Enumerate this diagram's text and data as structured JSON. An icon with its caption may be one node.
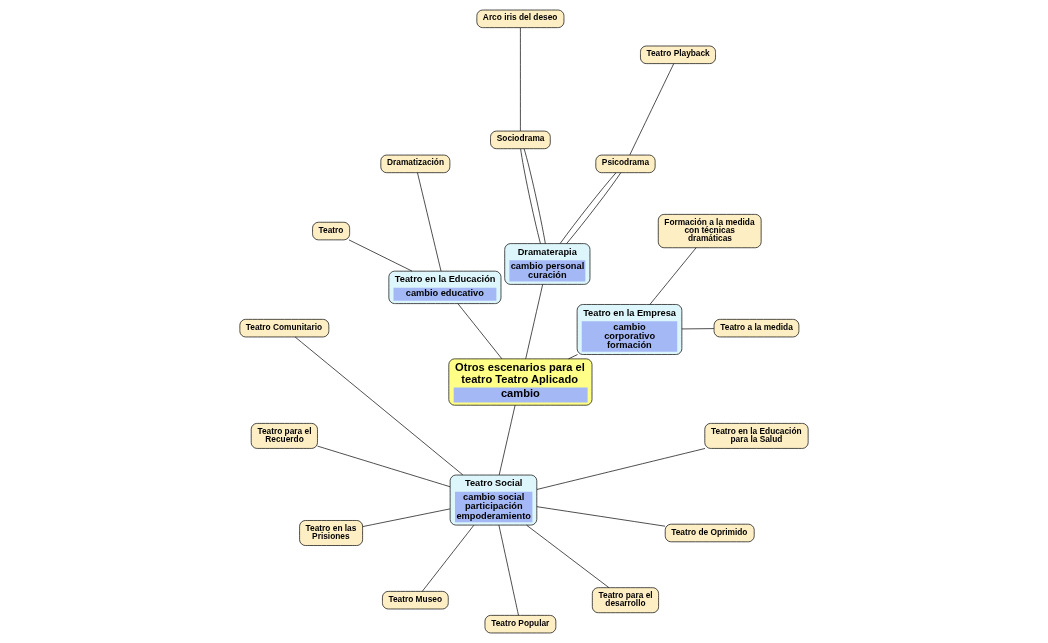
{
  "diagram": {
    "nodes": [
      {
        "text": [
          "Otros escenarios para el teatro Teatro Aplicado",
          "cambio"
        ]
      },
      {
        "text": [
          "Teatro en la Empresa",
          "cambio corporativo formación"
        ]
      },
      {
        "text": [
          "Teatro a la medida"
        ]
      },
      {
        "text": [
          "Formación a la medida con técnicas dramáticas"
        ]
      },
      {
        "text": [
          "Dramaterapia",
          "cambio personal curación"
        ]
      },
      {
        "text": [
          "Psicodrama"
        ]
      },
      {
        "text": [
          "Teatro Playback"
        ]
      },
      {
        "text": [
          "Sociodrama"
        ]
      },
      {
        "text": [
          "Arco iris del deseo"
        ]
      },
      {
        "text": [
          "Teatro en la Educación",
          "cambio educativo"
        ]
      },
      {
        "text": [
          "Dramatización"
        ]
      },
      {
        "text": [
          "Teatro"
        ]
      },
      {
        "text": [
          "Teatro Social",
          "cambio social participación empoderamiento"
        ]
      },
      {
        "text": [
          "Teatro Comunitario"
        ]
      },
      {
        "text": [
          "Teatro para el Recuerdo"
        ]
      },
      {
        "text": [
          "Teatro en las Prisiones"
        ]
      },
      {
        "text": [
          "Teatro Museo"
        ]
      },
      {
        "text": [
          "Teatro Popular"
        ]
      },
      {
        "text": [
          "Teatro para el desarrollo"
        ]
      },
      {
        "text": [
          "Teatro de Oprimido"
        ]
      },
      {
        "text": [
          "Teatro en la Educación para la Salud"
        ]
      }
    ],
    "edges": [
      {
        "from": 0,
        "to": 1,
        "arrow": "none"
      },
      {
        "from": 1,
        "to": 2,
        "arrow": "none"
      },
      {
        "from": 1,
        "to": 3,
        "arrow": "none"
      },
      {
        "from": 0,
        "to": 4,
        "arrow": "none"
      },
      {
        "from": 4,
        "to": 5,
        "arrow": "none"
      },
      {
        "from": 4,
        "to": 5,
        "arrow": "none"
      },
      {
        "from": 5,
        "to": 6,
        "arrow": "none"
      },
      {
        "from": 4,
        "to": 7,
        "arrow": "none"
      },
      {
        "from": 4,
        "to": 7,
        "arrow": "none"
      },
      {
        "from": 7,
        "to": 8,
        "arrow": "none"
      },
      {
        "from": 0,
        "to": 9,
        "arrow": "none"
      },
      {
        "from": 9,
        "to": 10,
        "arrow": "none"
      },
      {
        "from": 9,
        "to": 11,
        "arrow": "none"
      },
      {
        "from": 0,
        "to": 12,
        "arrow": "none"
      },
      {
        "from": 12,
        "to": 13,
        "arrow": "none"
      },
      {
        "from": 12,
        "to": 14,
        "arrow": "none"
      },
      {
        "from": 12,
        "to": 15,
        "arrow": "none"
      },
      {
        "from": 12,
        "to": 16,
        "arrow": "none"
      },
      {
        "from": 12,
        "to": 17,
        "arrow": "none"
      },
      {
        "from": 12,
        "to": 18,
        "arrow": "none"
      },
      {
        "from": 12,
        "to": 19,
        "arrow": "none"
      },
      {
        "from": 12,
        "to": 20,
        "arrow": "none"
      }
    ]
  }
}
